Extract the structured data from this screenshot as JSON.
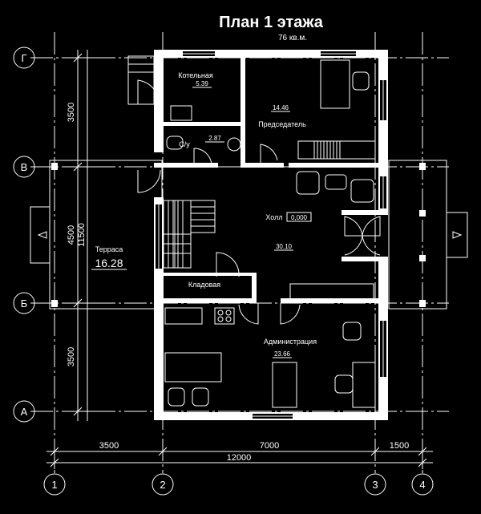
{
  "title": "План 1 этажа",
  "total_area": "76 кв.м.",
  "axes_letters": [
    "Г",
    "В",
    "Б",
    "А"
  ],
  "axes_numbers": [
    "1",
    "2",
    "3",
    "4"
  ],
  "dimensions": {
    "left": [
      "3500",
      "4500",
      "3500"
    ],
    "left_total": "11500",
    "bottom": [
      "3500",
      "7000",
      "1500"
    ],
    "bottom_total": "12000"
  },
  "rooms": {
    "boiler": {
      "name": "Котельная",
      "area": "5.39"
    },
    "chairman": {
      "name": "Председатель",
      "area": "14.46"
    },
    "wc": {
      "name": "С/у",
      "area": "2.87"
    },
    "hall": {
      "name": "Холл",
      "area_box": "0,000",
      "area": "30.10"
    },
    "terrace": {
      "name": "Терраса",
      "area": "16.28"
    },
    "storage": {
      "name": "Кладовая"
    },
    "admin": {
      "name": "Администрация",
      "area": "23.66"
    }
  }
}
